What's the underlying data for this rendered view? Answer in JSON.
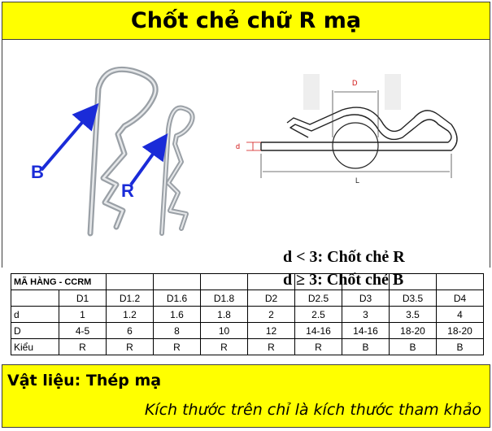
{
  "title": "Chốt chẻ chữ R mạ",
  "photo_labels": {
    "big_pin": "B",
    "small_pin": "R"
  },
  "diagram_labels": {
    "d": "d",
    "D": "D",
    "L": "L"
  },
  "rules": {
    "line1": "d < 3: Chốt chẻ R",
    "line2": "d ≥ 3: Chốt chẻ B"
  },
  "table": {
    "header_label": "MÃ HÀNG - CCRM",
    "columns": [
      "D1",
      "D1.2",
      "D1.6",
      "D1.8",
      "D2",
      "D2.5",
      "D3",
      "D3.5",
      "D4"
    ],
    "rows": [
      {
        "label": "d",
        "values": [
          "1",
          "1.2",
          "1.6",
          "1.8",
          "2",
          "2.5",
          "3",
          "3.5",
          "4"
        ]
      },
      {
        "label": "D",
        "values": [
          "4-5",
          "6",
          "8",
          "10",
          "12",
          "14-16",
          "14-16",
          "18-20",
          "18-20"
        ]
      },
      {
        "label": "Kiểu",
        "values": [
          "R",
          "R",
          "R",
          "R",
          "R",
          "R",
          "B",
          "B",
          "B"
        ]
      }
    ]
  },
  "footer": {
    "material": "Vật liệu: Thép mạ",
    "note": "Kích thước trên chỉ là kích thước tham khảo"
  },
  "colors": {
    "title_bg": "#ffff00",
    "arrow": "#1a2bd8",
    "dimension": "#d01010"
  }
}
